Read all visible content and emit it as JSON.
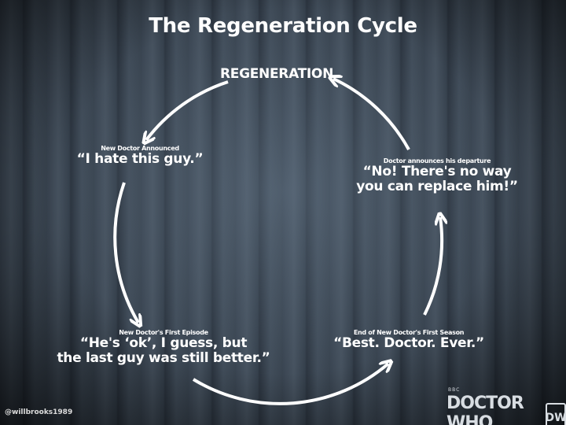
{
  "title": "The Regeneration Cycle",
  "nodes": {
    "regeneration": {
      "label": "REGENERATION"
    },
    "announced": {
      "caption": "New Doctor Announced",
      "quote": "“I hate this guy.”"
    },
    "first_episode": {
      "caption": "New Doctor's First Episode",
      "quote_line1": "“He's ‘ok’, I guess, but",
      "quote_line2": "the last guy was still better.”"
    },
    "first_season": {
      "caption": "End of New Doctor's First Season",
      "quote": "“Best. Doctor. Ever.”"
    },
    "departure": {
      "caption": "Doctor announces his departure",
      "quote_line1": "“No! There's no way",
      "quote_line2": "you can replace him!”"
    }
  },
  "credit": "@willbrooks1989",
  "logo": {
    "bbc": "BBC",
    "text": "DOCTOR WHO",
    "mark": "DW"
  }
}
